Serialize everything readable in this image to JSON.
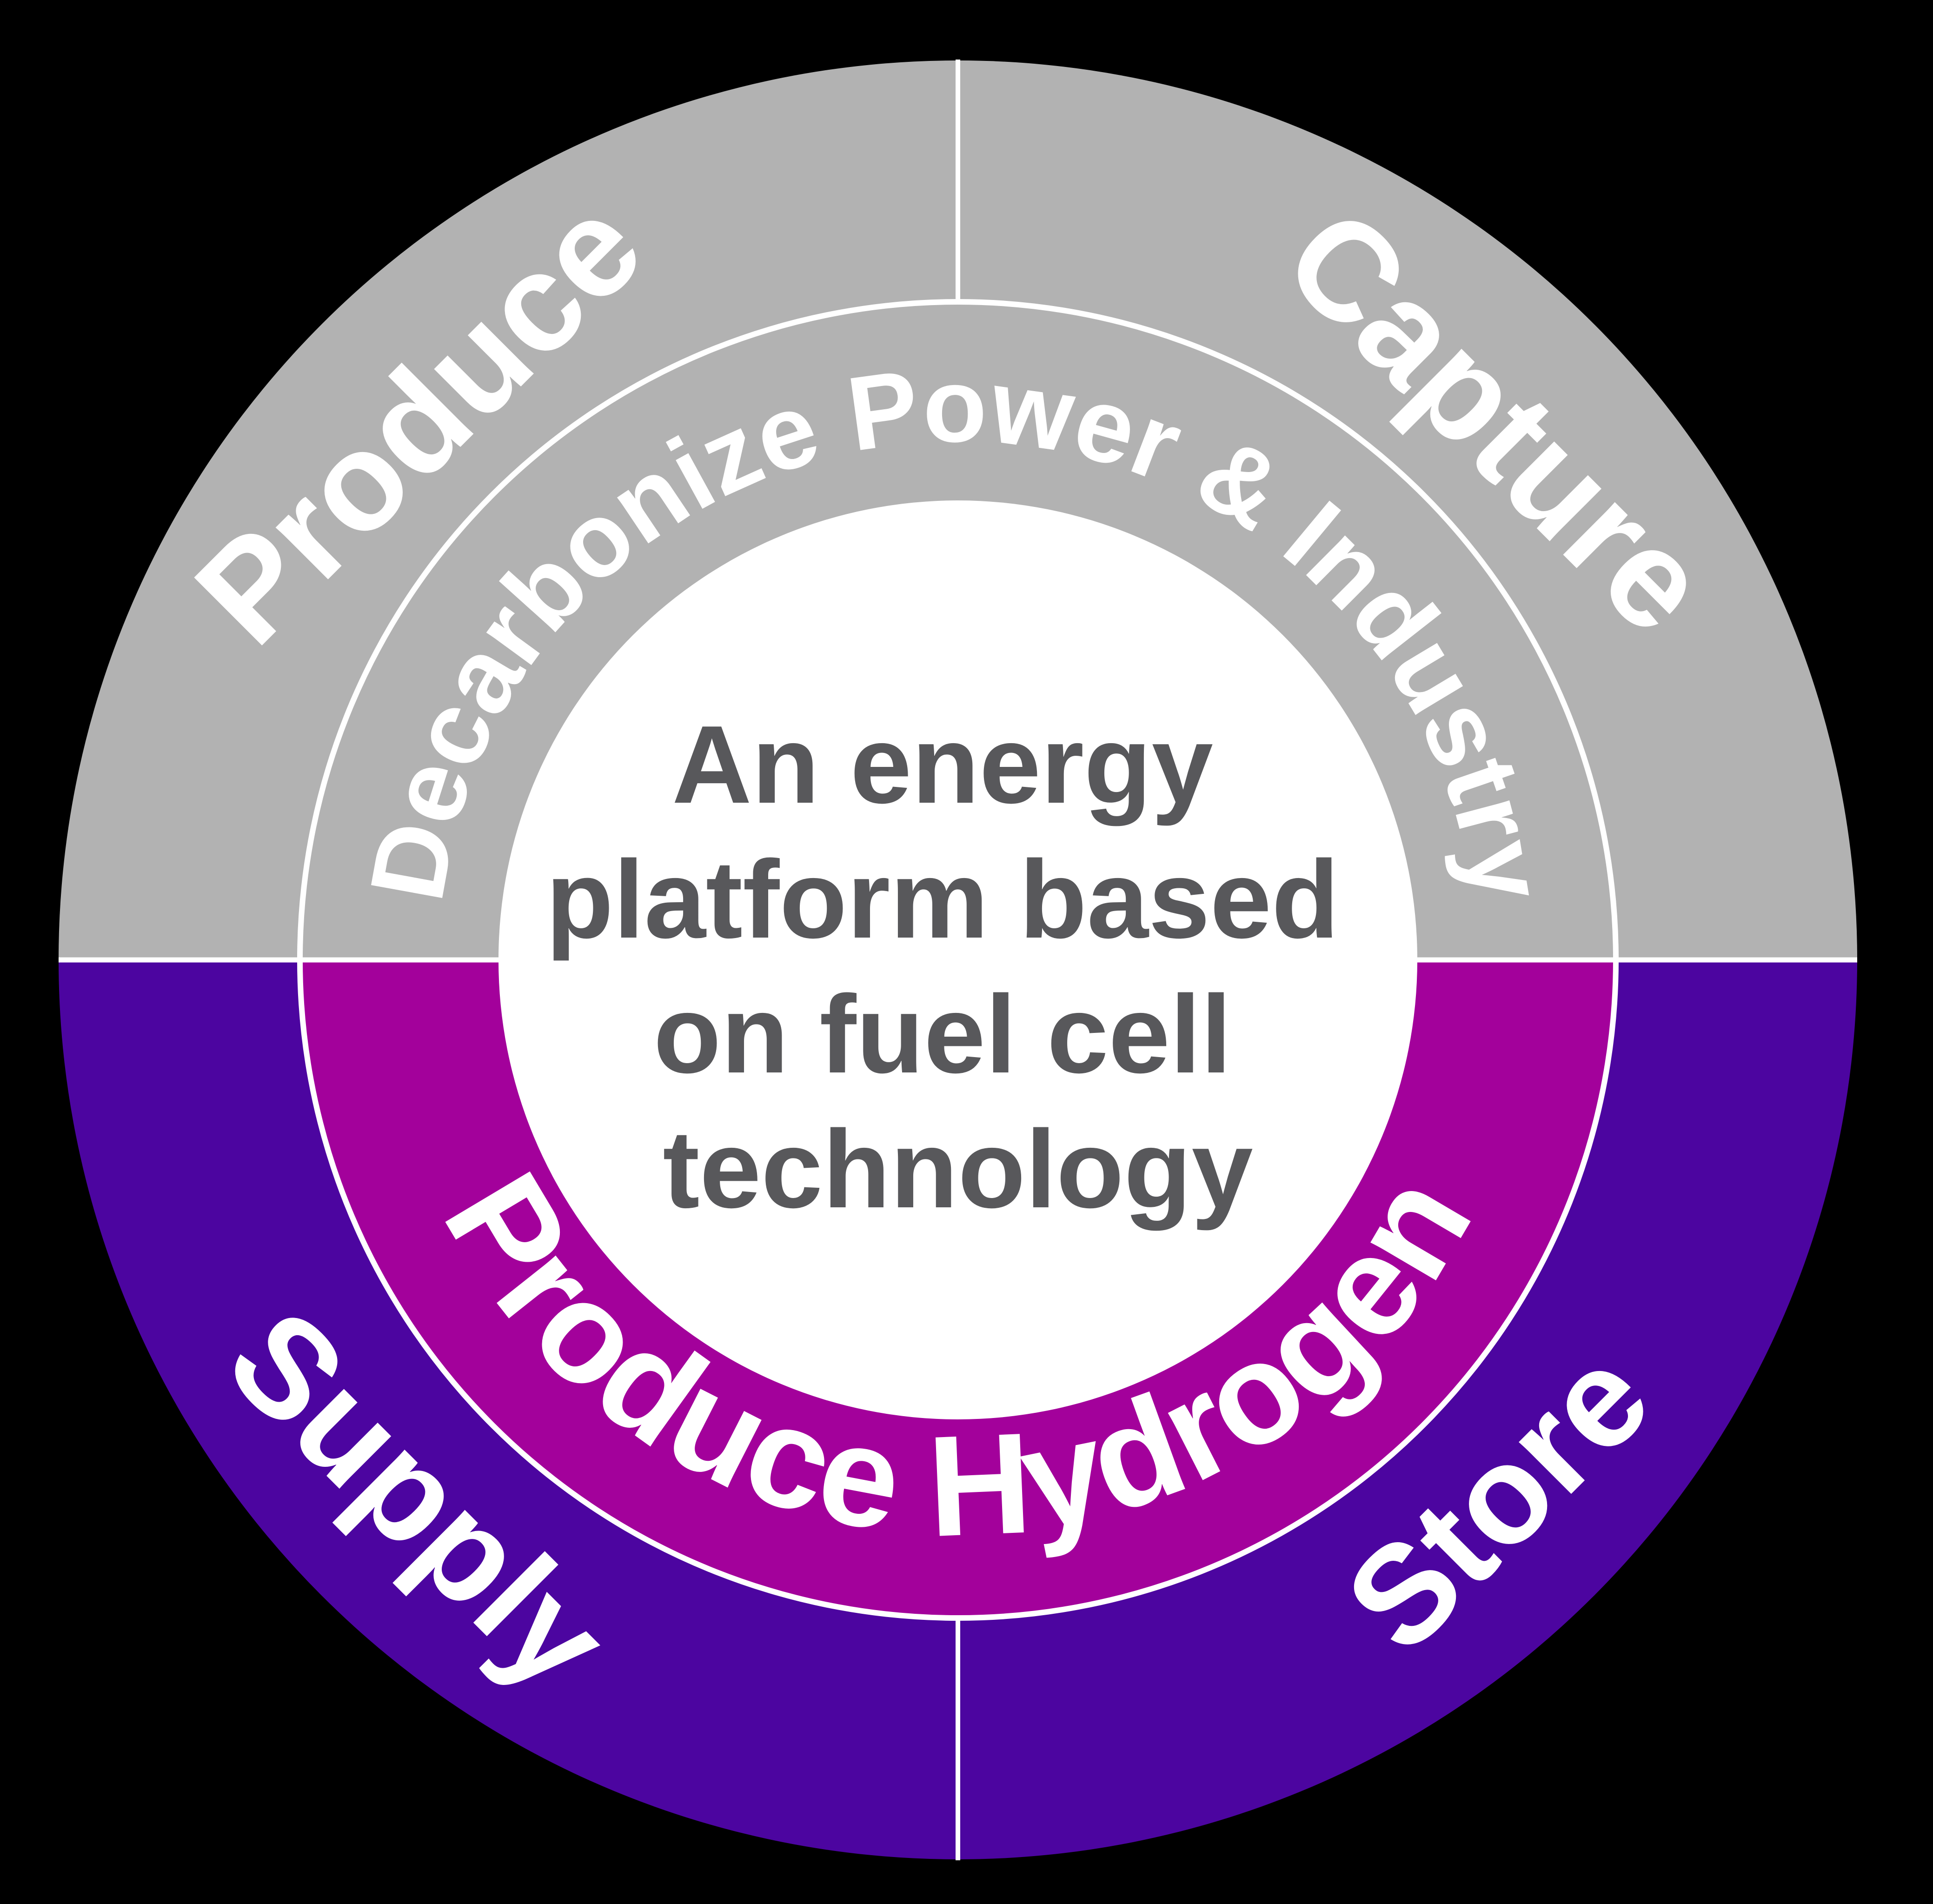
{
  "title": "Fuel cell energy platform wheel",
  "background_color": "#000000",
  "wheel": {
    "center_circle": {
      "color": "#FFFFFF"
    },
    "center_text": {
      "color": "#58585B",
      "lines": [
        "An energy",
        "platform based",
        "on fuel cell",
        "technology"
      ]
    },
    "outer_segments": [
      {
        "label": "Produce",
        "color": "#B2B2B2",
        "position": "top-left"
      },
      {
        "label": "Capture",
        "color": "#B2B2B2",
        "position": "top-right"
      },
      {
        "label": "Supply",
        "color": "#4C05A0",
        "position": "bottom-left"
      },
      {
        "label": "Store",
        "color": "#4C05A0",
        "position": "bottom-right"
      }
    ],
    "inner_segments": [
      {
        "label": "Decarbonize Power & Industry",
        "color": "#B2B2B2",
        "position": "top"
      },
      {
        "label": "Produce Hydrogen",
        "color": "#A3019B",
        "position": "bottom"
      }
    ],
    "label_color": "#FFFFFF",
    "divider_color": "#FFFFFF"
  }
}
